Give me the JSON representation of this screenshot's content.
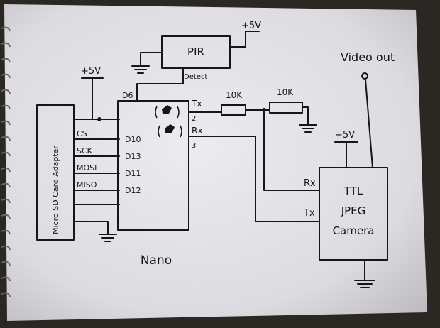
{
  "components": {
    "pir": "PIR",
    "pir_detect": "Detect",
    "nano": "Nano",
    "sd_adapter": "Micro SD Card Adapter",
    "camera_line1": "TTL",
    "camera_line2": "JPEG",
    "camera_line3": "Camera",
    "video_out": "Video out"
  },
  "power": {
    "pir": "+5V",
    "sd": "+5V",
    "camera": "+5V"
  },
  "pins": {
    "d6": "D6",
    "d10": "D10",
    "d13": "D13",
    "d11": "D11",
    "d12": "D12",
    "tx": "Tx",
    "rx": "Rx",
    "pin2": "2",
    "pin3": "3",
    "cam_rx": "Rx",
    "cam_tx": "Tx"
  },
  "sd_pins": {
    "cs": "CS",
    "sck": "SCK",
    "mosi": "MOSI",
    "miso": "MISO"
  },
  "resistors": {
    "r1": "10K",
    "r2": "10K"
  }
}
